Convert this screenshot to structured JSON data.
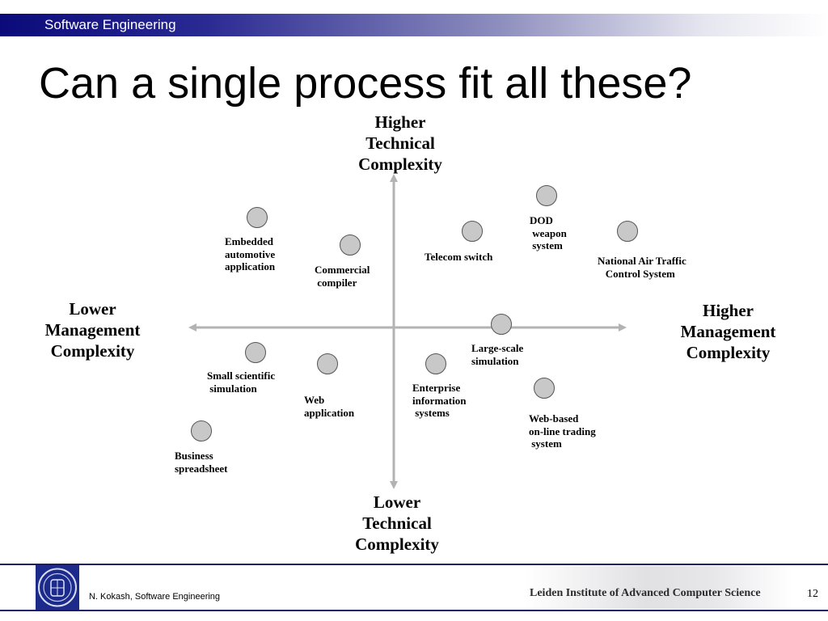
{
  "header": {
    "title": "Software Engineering"
  },
  "slide": {
    "title": "Can a single process fit all these?"
  },
  "axes": {
    "top": "Higher\nTechnical\nComplexity",
    "bottom": "Lower\nTechnical\nComplexity",
    "left": "Lower\nManagement\nComplexity",
    "right": "Higher\nManagement\nComplexity"
  },
  "nodes": [
    {
      "label": "Embedded\nautomotive\napplication"
    },
    {
      "label": "Commercial\n compiler"
    },
    {
      "label": "Telecom switch"
    },
    {
      "label": "DOD\n weapon\n system"
    },
    {
      "label": "National Air Traffic\n   Control System"
    },
    {
      "label": "Large-scale\nsimulation"
    },
    {
      "label": "Small scientific\n simulation"
    },
    {
      "label": "Web\napplication"
    },
    {
      "label": "Enterprise\ninformation\n systems"
    },
    {
      "label": "Web-based\non-line trading\n system"
    },
    {
      "label": "Business\nspreadsheet"
    }
  ],
  "colors": {
    "header_start": "#0b0a7a",
    "axis": "#b3b3b3",
    "node_fill": "#c8c8c8",
    "footer_rule": "#1b1b6b"
  },
  "footer": {
    "author": "N. Kokash, Software Engineering",
    "institute": "Leiden Institute of Advanced Computer Science",
    "page": "12"
  }
}
